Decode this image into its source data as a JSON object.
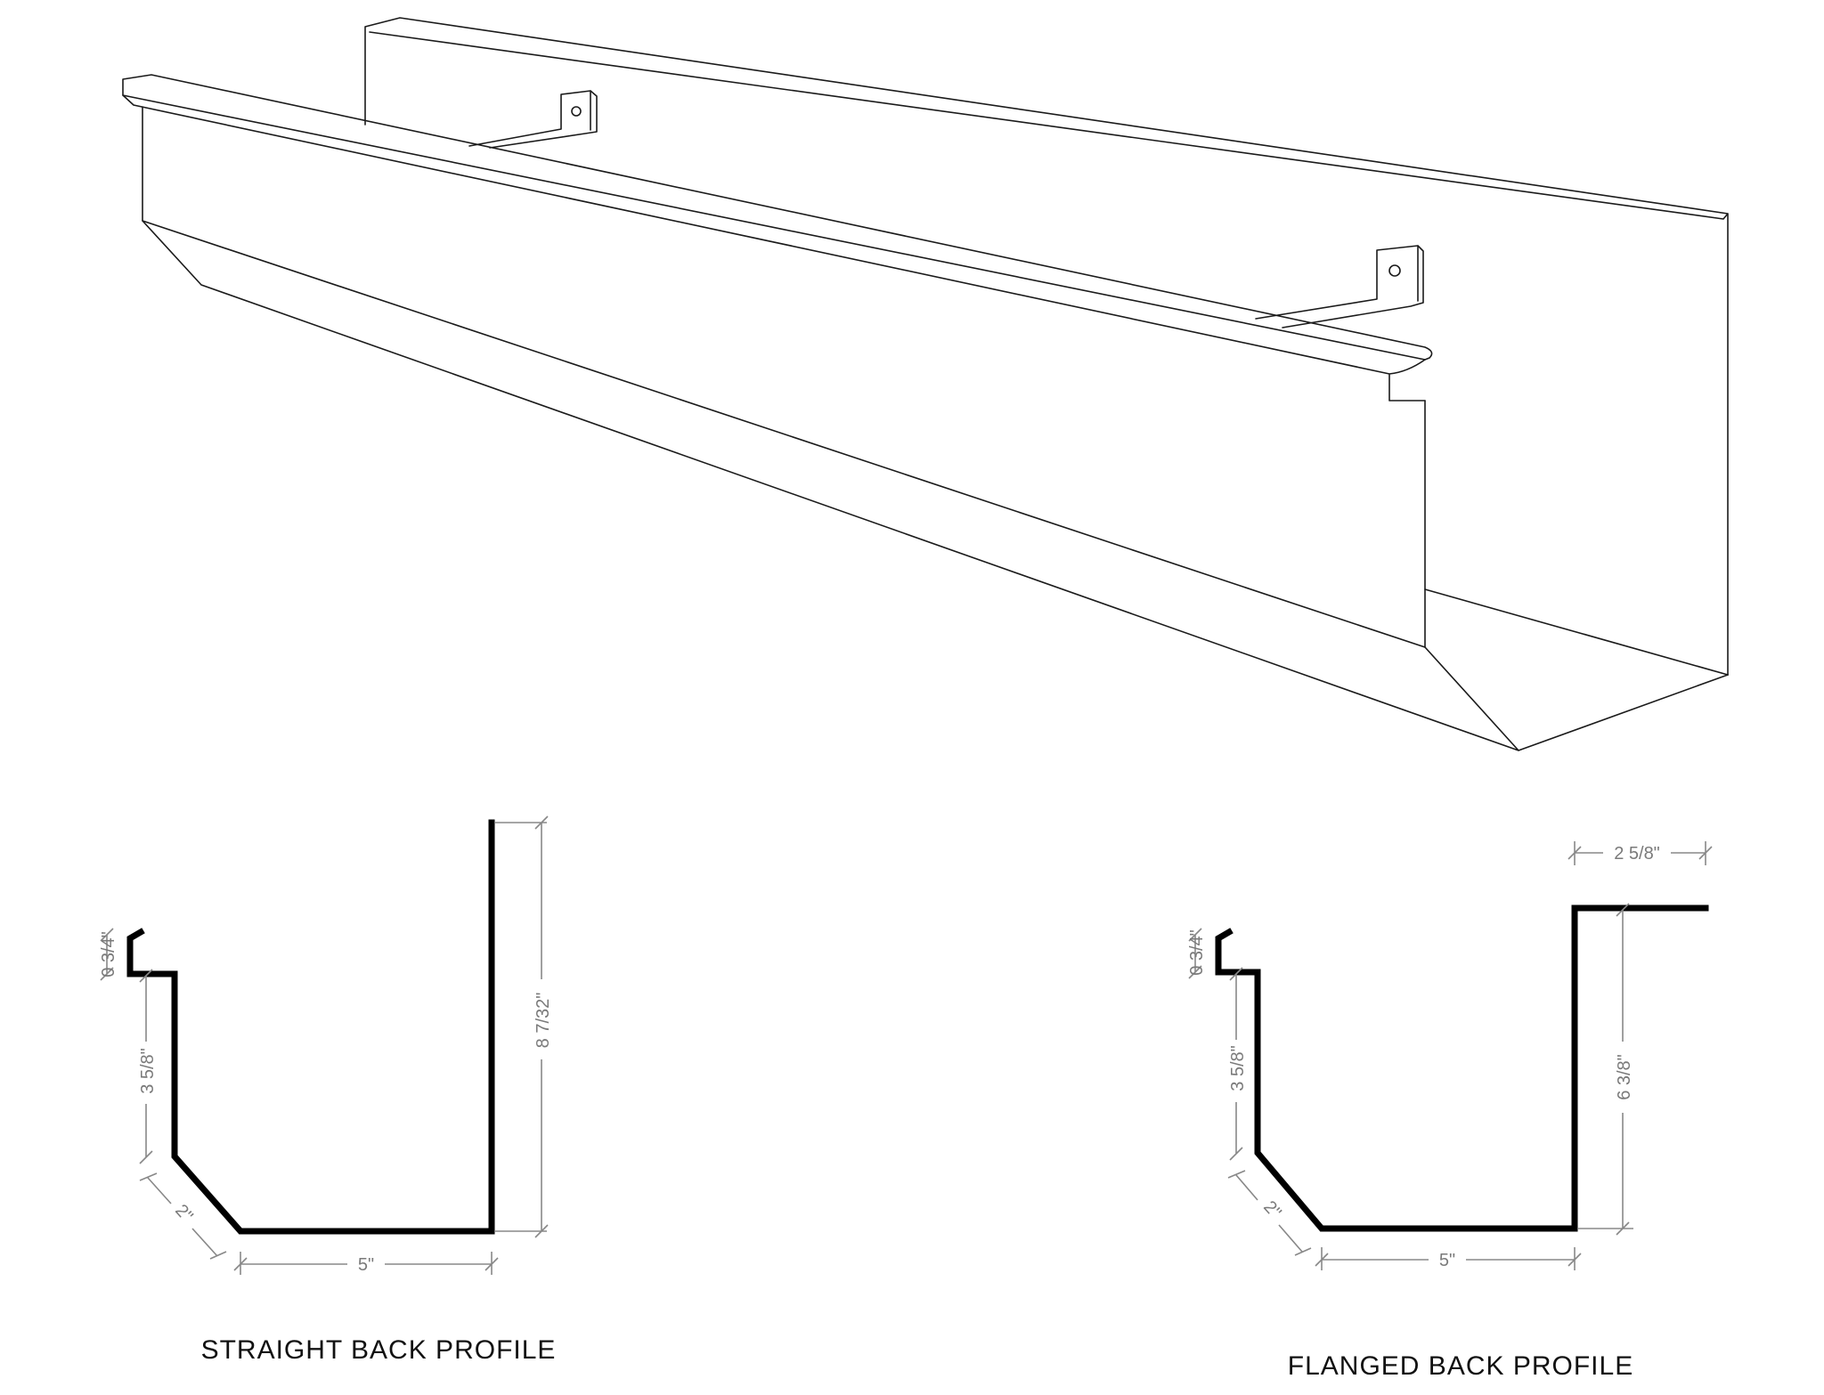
{
  "straight_back": {
    "caption": "STRAIGHT  BACK  PROFILE",
    "dims": {
      "lip": "0 3/4\"",
      "front": "3 5/8\"",
      "bevel": "2\"",
      "bottom": "5\"",
      "back": "8 7/32\""
    }
  },
  "flanged_back": {
    "caption": "FLANGED  BACK  PROFILE",
    "dims": {
      "lip": "0 3/4\"",
      "front": "3 5/8\"",
      "bevel": "2\"",
      "bottom": "5\"",
      "back": "6 3/8\"",
      "flange": "2 5/8\""
    }
  }
}
